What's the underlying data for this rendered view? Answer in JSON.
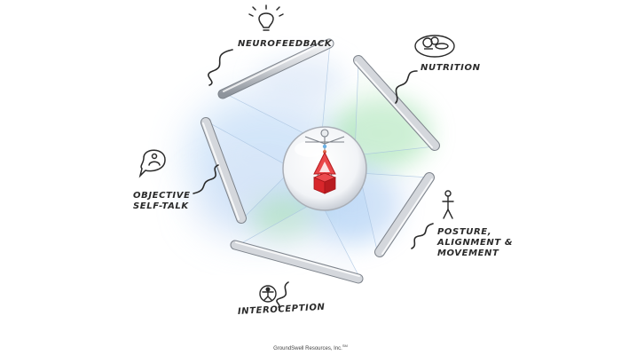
{
  "labels": {
    "neurofeedback": "Neurofeedback",
    "nutrition": "Nutrition",
    "self_talk_line1": "Objective",
    "self_talk_line2": "Self-Talk",
    "posture_line1": "Posture,",
    "posture_line2": "Alignment &",
    "posture_line3": "Movement",
    "interoception": "Interoception"
  },
  "footer": {
    "text": "GroundSwell Resources, Inc.",
    "mark": "SM"
  },
  "icons": [
    "lightbulb-icon",
    "food-plate-icon",
    "person-speech-icon",
    "stick-figure-icon",
    "vitruvian-icon",
    "human-figure-icon"
  ],
  "colors": {
    "glow_blue": "#5aa0e8",
    "glow_green": "#6cd08a",
    "red_box": "#d8262b",
    "tube": "#c8ccd2",
    "ink": "#2a2a2a"
  }
}
